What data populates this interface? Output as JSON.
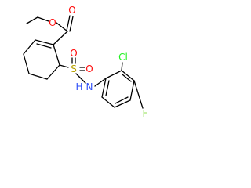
{
  "molecule": {
    "atoms": {
      "O_carbonyl": {
        "label": "O",
        "color": "#ff0d0d"
      },
      "O_ester": {
        "label": "O",
        "color": "#ff0d0d"
      },
      "S": {
        "label": "S",
        "color": "#b8a200"
      },
      "O_sulfonyl_left": {
        "label": "O",
        "color": "#ff0d0d"
      },
      "O_sulfonyl_right": {
        "label": "O",
        "color": "#ff0d0d"
      },
      "N": {
        "label": "N",
        "color": "#3050f8"
      },
      "H": {
        "label": "H",
        "color": "#3050f8"
      },
      "Cl": {
        "label": "Cl",
        "color": "#1ff01f"
      },
      "F": {
        "label": "F",
        "color": "#90e050"
      }
    },
    "bond_color": "#000000"
  }
}
